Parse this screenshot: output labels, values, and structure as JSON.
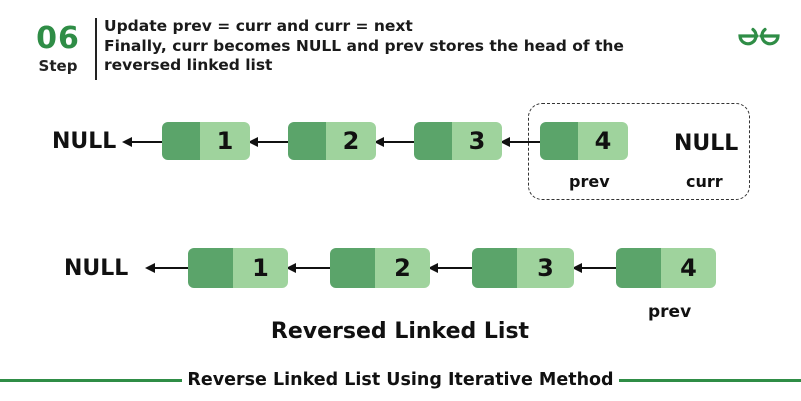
{
  "header": {
    "step_number": "06",
    "step_label": "Step",
    "lines": [
      "Update prev = curr and curr = next",
      "Finally, curr becomes NULL and prev stores the head of the",
      "reversed linked list"
    ]
  },
  "logo": {
    "name": "gfg-logo",
    "color": "#2f8d46"
  },
  "diagram_top": {
    "null_left": "NULL",
    "nodes": [
      "1",
      "2",
      "3",
      "4"
    ],
    "null_right": "NULL",
    "prev_label": "prev",
    "curr_label": "curr"
  },
  "diagram_bottom": {
    "null_left": "NULL",
    "nodes": [
      "1",
      "2",
      "3",
      "4"
    ],
    "prev_label": "prev",
    "title": "Reversed Linked List"
  },
  "footer": {
    "title": "Reverse Linked List Using Iterative Method"
  },
  "colors": {
    "accent": "#2f8d46",
    "node_dark": "#5ba46a",
    "node_light": "#9fd39d"
  }
}
